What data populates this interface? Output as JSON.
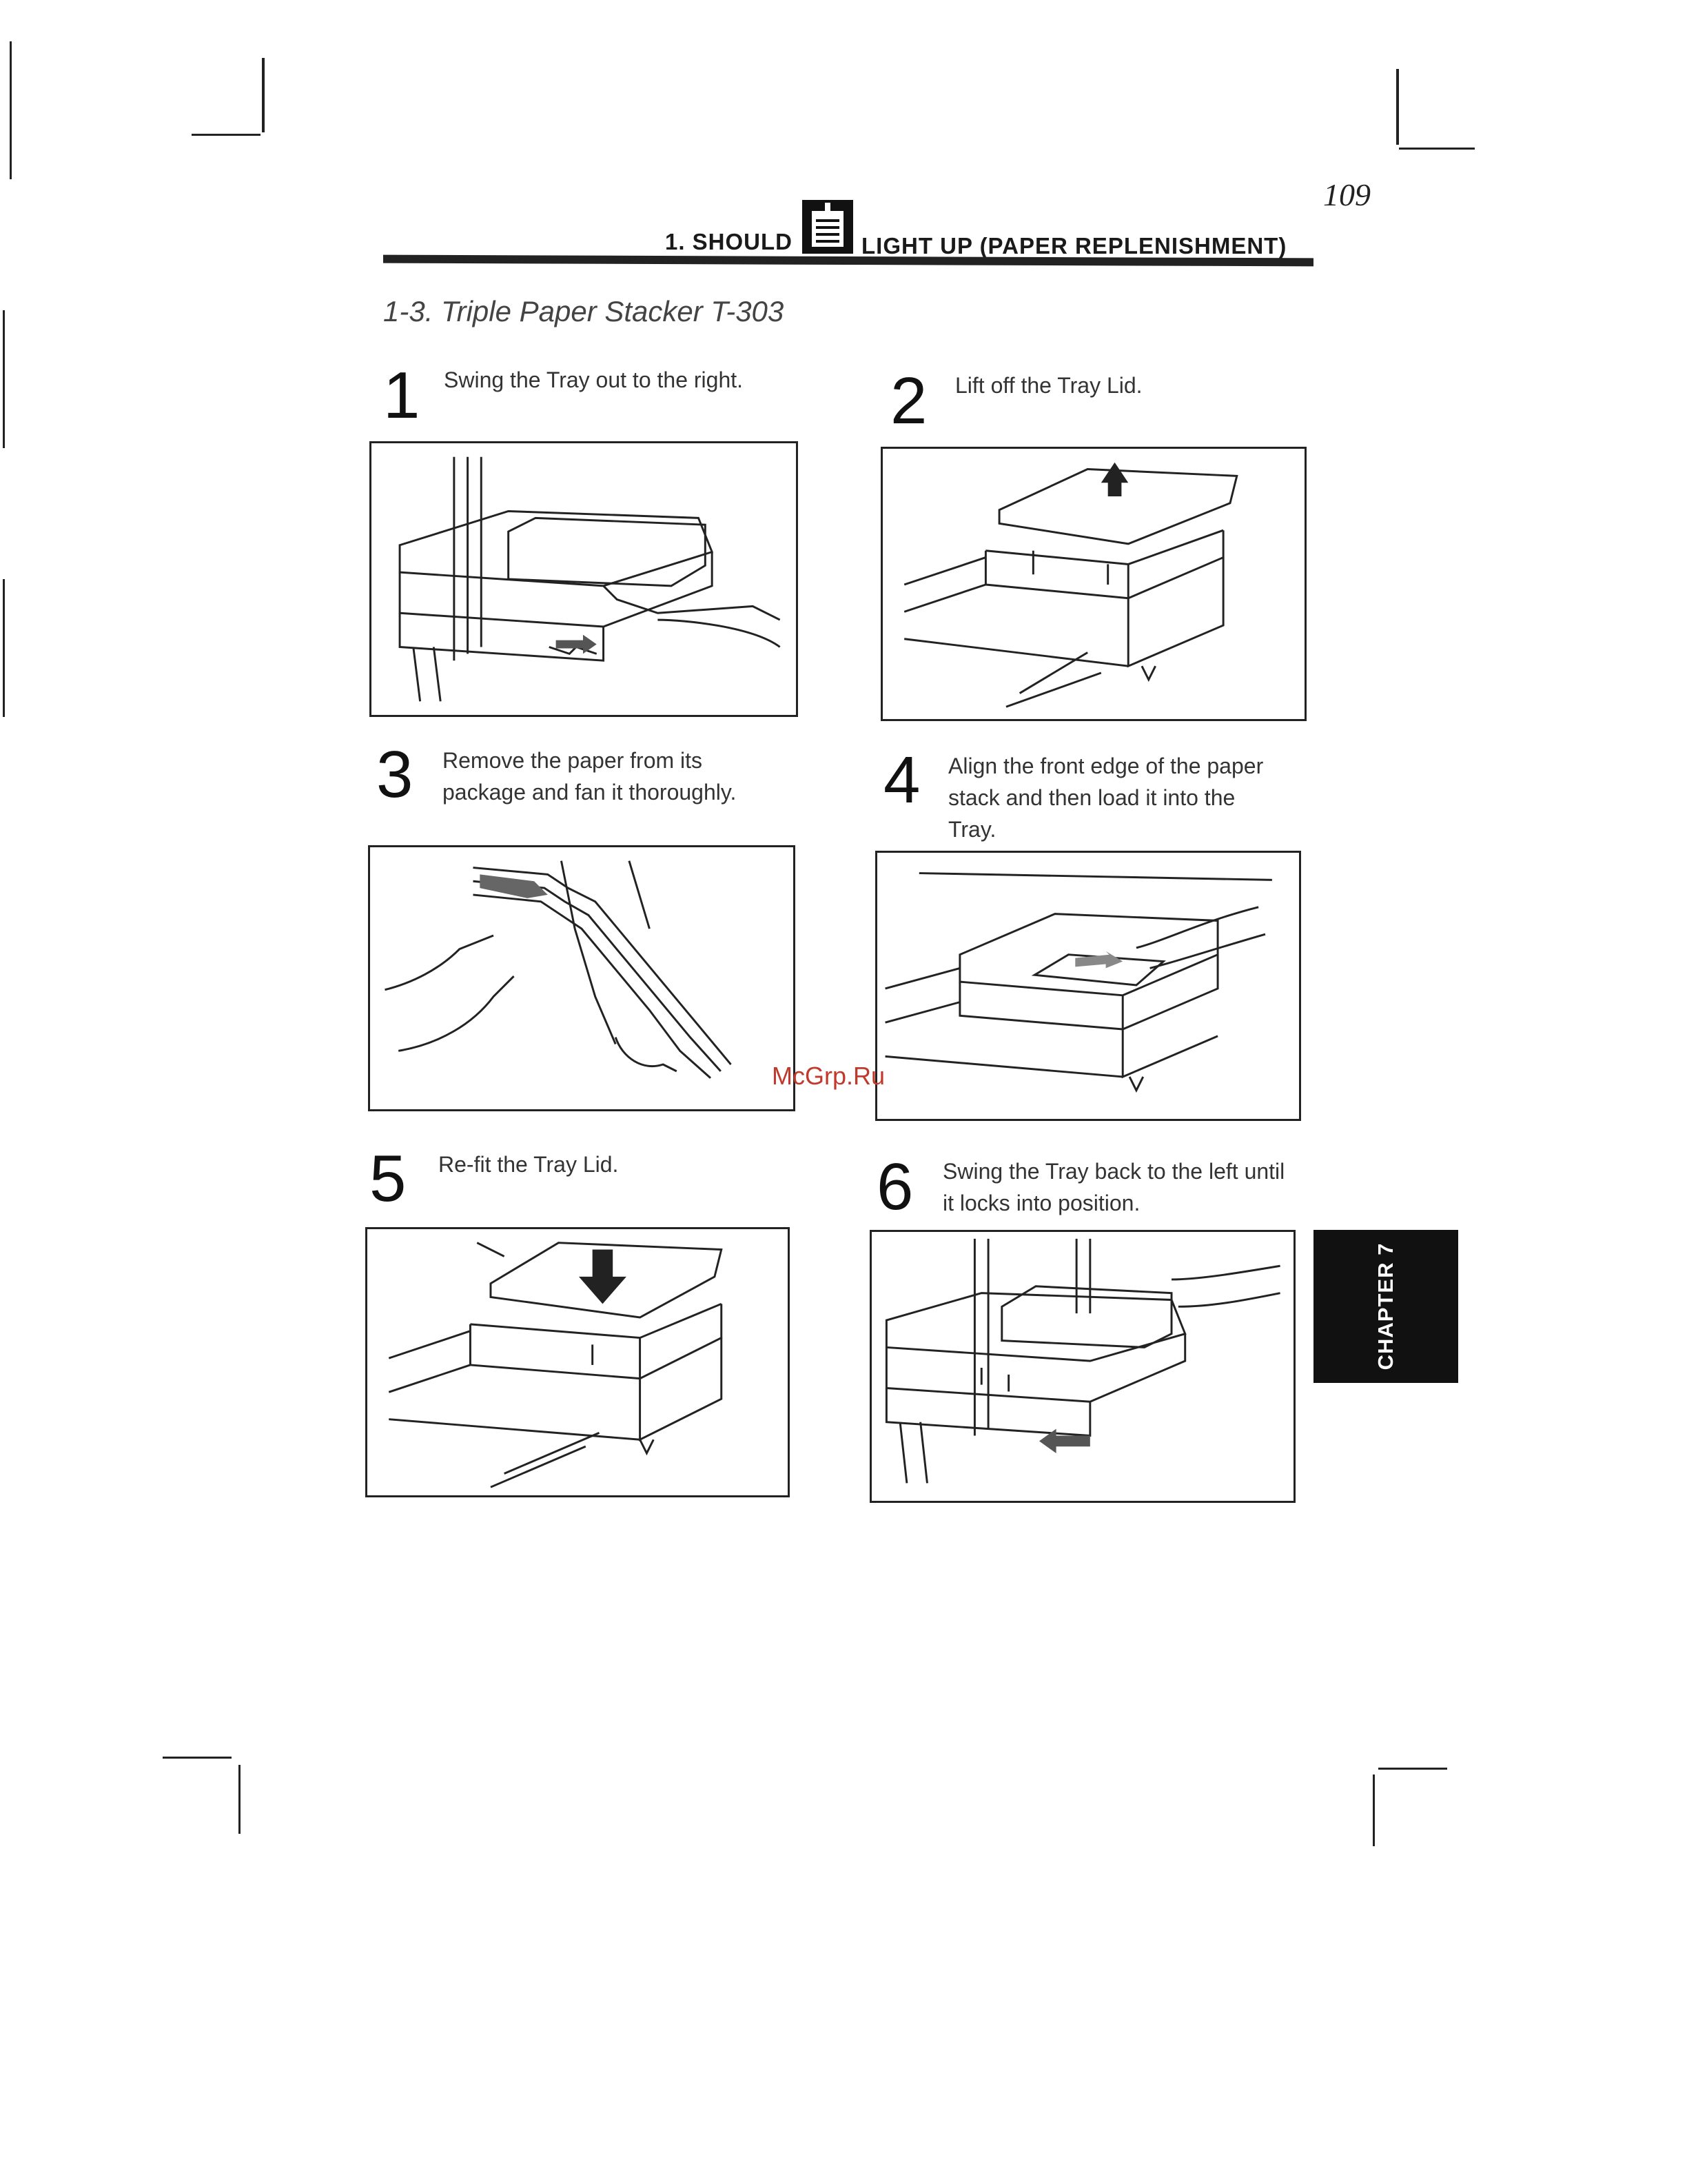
{
  "page_number": "109",
  "header": {
    "left_text": "1. SHOULD",
    "icon": "paper-document-icon",
    "right_text": "LIGHT UP (PAPER REPLENISHMENT)"
  },
  "section_title": "1-3. Triple Paper Stacker T-303",
  "steps": [
    {
      "number": "1",
      "text": "Swing the Tray out to the right."
    },
    {
      "number": "2",
      "text": "Lift off the Tray Lid."
    },
    {
      "number": "3",
      "text": "Remove the paper from its package and fan it thoroughly."
    },
    {
      "number": "4",
      "text": "Align the front edge of the paper stack and then load it into the Tray."
    },
    {
      "number": "5",
      "text": "Re-fit the Tray Lid."
    },
    {
      "number": "6",
      "text": "Swing the Tray back to the left until it locks into position."
    }
  ],
  "chapter_tab": "CHAPTER 7",
  "watermark": "McGrp.Ru",
  "colors": {
    "ink": "#222222",
    "tab": "#111111",
    "watermark": "#c0392b"
  }
}
